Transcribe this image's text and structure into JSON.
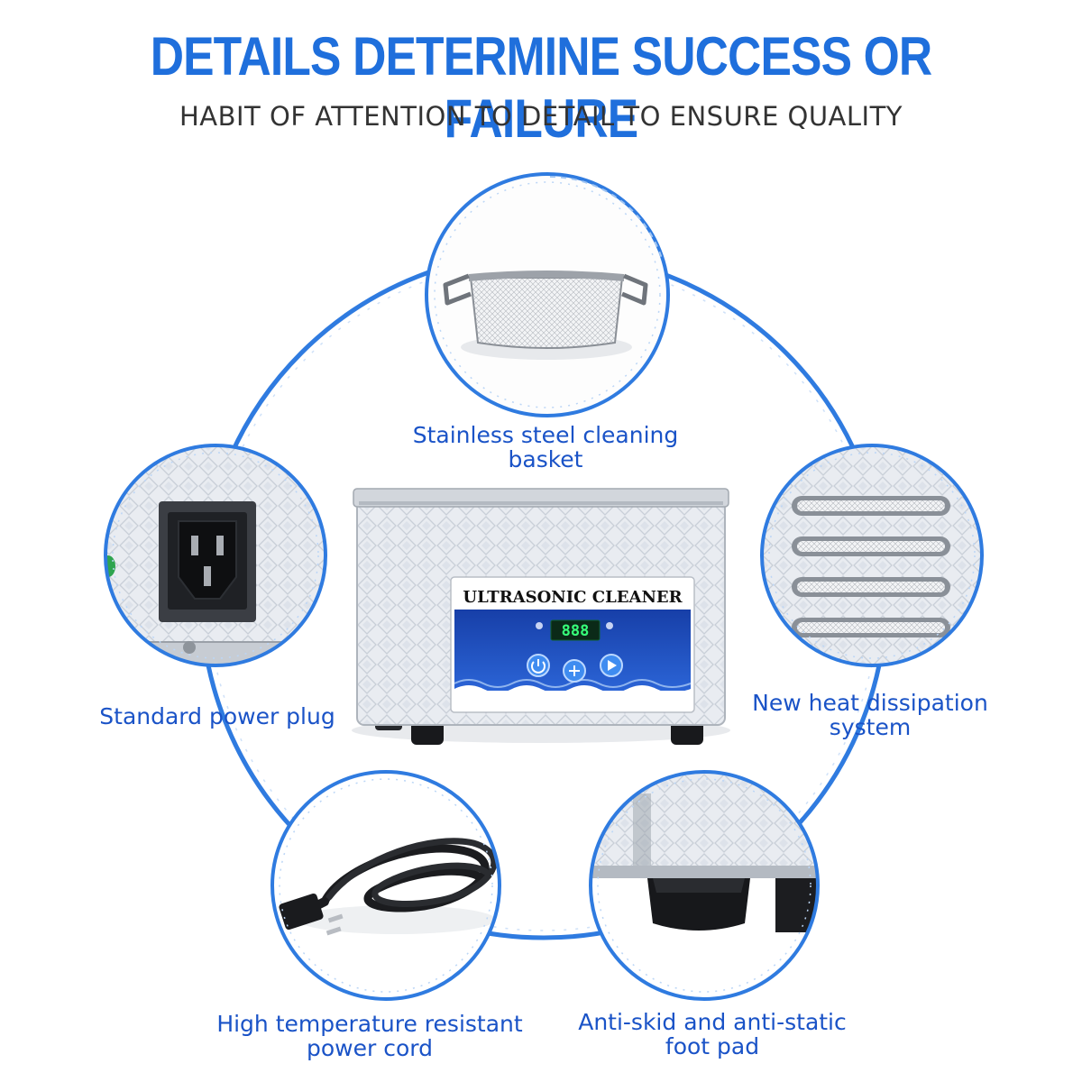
{
  "header": {
    "title": "DETAILS DETERMINE SUCCESS OR FAILURE",
    "subtitle": "HABIT OF ATTENTION TO DETAIL TO ENSURE QUALITY"
  },
  "product": {
    "panel_label": "ULTRASONIC CLEANER",
    "display_value": "888"
  },
  "features": [
    {
      "line1": "Stainless steel cleaning",
      "line2": "basket"
    },
    {
      "line1": "Standard power plug",
      "line2": ""
    },
    {
      "line1": "New heat dissipation",
      "line2": "system"
    },
    {
      "line1": "High temperature resistant",
      "line2": "power cord"
    },
    {
      "line1": "Anti-skid and anti-static",
      "line2": "foot pad"
    }
  ],
  "colors": {
    "accent": "#1f6fdc",
    "label": "#1a53c7",
    "ring": "#2f7be0"
  }
}
